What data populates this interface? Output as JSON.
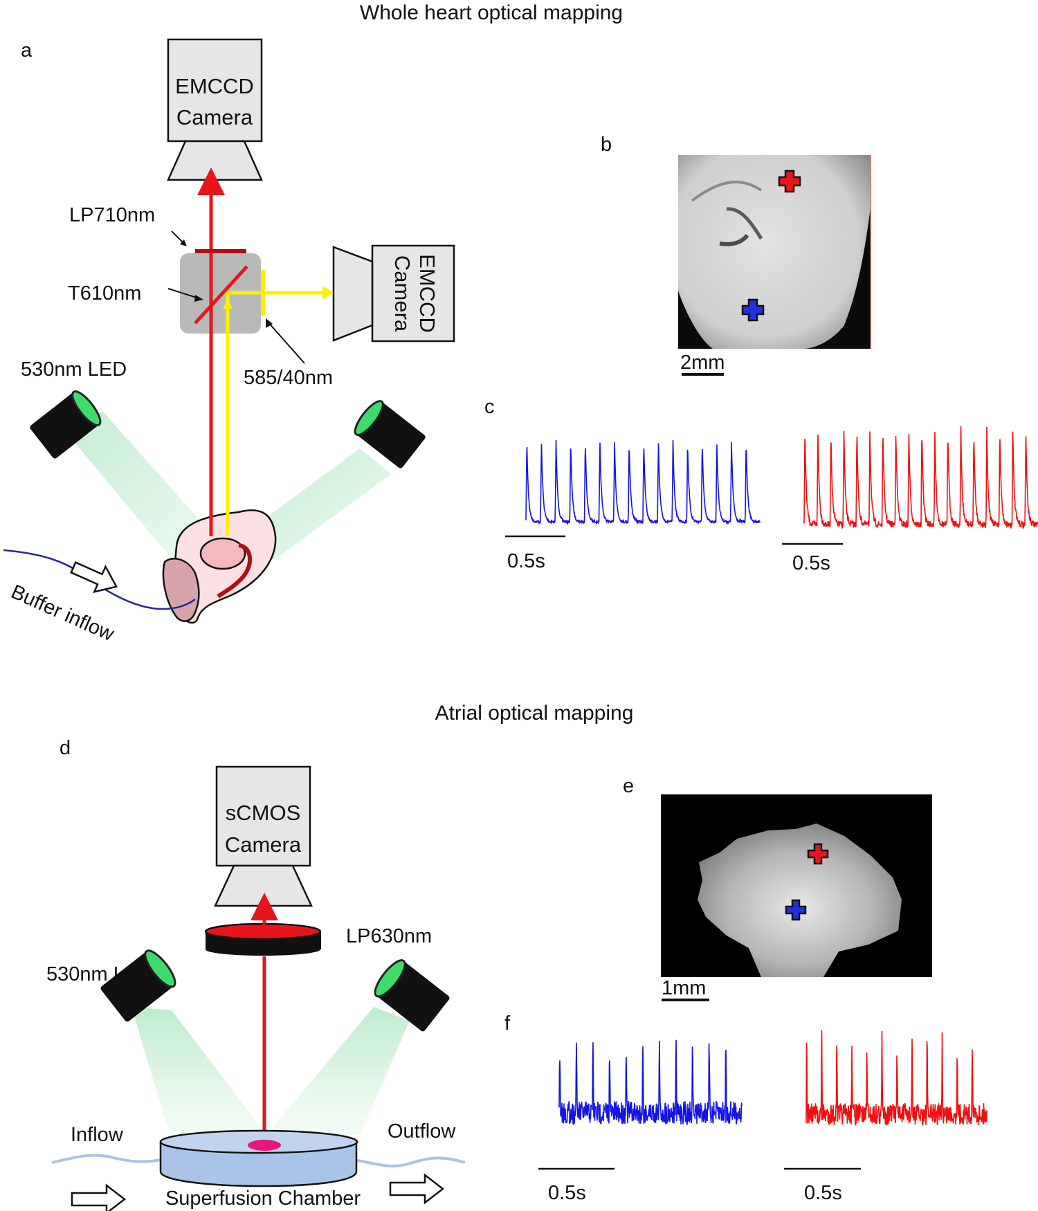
{
  "top": {
    "title": "Whole heart optical mapping",
    "panels": {
      "a": "a",
      "b": "b",
      "c": "c"
    },
    "camera_top": {
      "line1": "EMCCD",
      "line2": "Camera"
    },
    "camera_side": {
      "line1": "EMCCD",
      "line2": "Camera"
    },
    "filters": {
      "lp": "LP710nm",
      "dichroic": "T610nm",
      "bandpass": "585/40nm"
    },
    "led": "530nm LED",
    "buffer": "Buffer inflow",
    "scale_image": "2mm",
    "trace_scales": [
      "0.5s",
      "0.5s"
    ]
  },
  "bottom": {
    "title": "Atrial optical mapping",
    "panels": {
      "d": "d",
      "e": "e",
      "f": "f"
    },
    "camera": {
      "line1": "sCMOS",
      "line2": "Camera"
    },
    "filter": "LP630nm",
    "led": "530nm LED",
    "inflow": "Inflow",
    "outflow": "Outflow",
    "chamber": "Superfusion Chamber",
    "scale_image": "1mm",
    "trace_scales": [
      "0.5s",
      "0.5s"
    ]
  },
  "colors": {
    "emission_red": "#e8141b",
    "dark_red": "#b00d14",
    "yellow": "#ffee00",
    "led_green": "#3ddc6a",
    "trace_blue": "#1414e6",
    "trace_red": "#ee1111",
    "marker_red": "#e8141b",
    "marker_blue": "#2030e0"
  }
}
